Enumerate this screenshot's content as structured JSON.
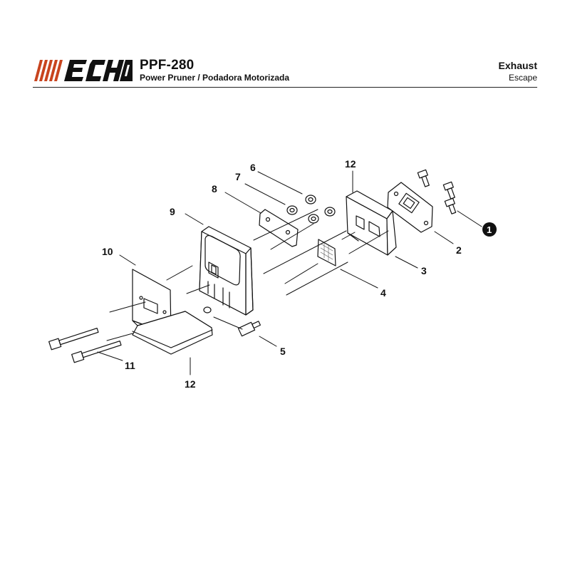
{
  "header": {
    "brand": "ECHO",
    "model": "PPF-280",
    "subtitle": "Power Pruner / Podadora Motorizada",
    "section_en": "Exhaust",
    "section_es": "Escape",
    "brand_color": "#c8441e"
  },
  "callouts": {
    "c1": "1",
    "c2": "2",
    "c3": "3",
    "c4": "4",
    "c5": "5",
    "c6": "6",
    "c7": "7",
    "c8": "8",
    "c9": "9",
    "c10": "10",
    "c11": "11",
    "c12_top": "12",
    "c12_bottom": "12"
  }
}
